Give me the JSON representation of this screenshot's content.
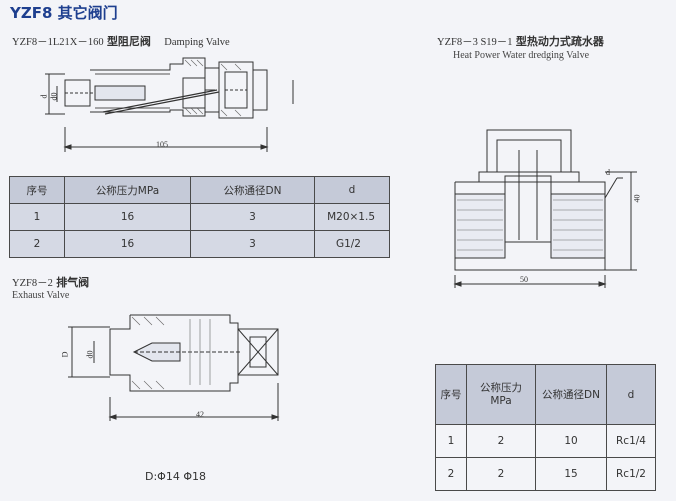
{
  "title": "YZF8 其它阀门",
  "damping": {
    "model": "YZF8－1L21X－160",
    "name_cn": "型阻尼阀",
    "name_en": "Damping Valve",
    "dim_d": "d",
    "dim_d0": "d0",
    "dim_len": "105"
  },
  "table1": {
    "headers": [
      "序号",
      "公称压力MPa",
      "公称通径DN",
      "d"
    ],
    "rows": [
      [
        "1",
        "16",
        "3",
        "M20×1.5"
      ],
      [
        "2",
        "16",
        "3",
        "G1/2"
      ]
    ]
  },
  "exhaust": {
    "model": "YZF8－2",
    "name_cn": "排气阀",
    "name_en": "Exhaust Valve",
    "dim_D": "D",
    "dim_d0": "d0",
    "dim_len": "42",
    "footnote": "D:Φ14    Φ18"
  },
  "trap": {
    "model": "YZF8－3 S19－1",
    "name_cn": "型热动力式疏水器",
    "name_en": "Heat Power Water dredging Valve",
    "dim_d": "d",
    "dim_h": "40",
    "dim_len": "50"
  },
  "table2": {
    "headers": [
      "序号",
      "公称压力\nMPa",
      "公称通径DN",
      "d"
    ],
    "rows": [
      [
        "1",
        "2",
        "10",
        "Rc1/4"
      ],
      [
        "2",
        "2",
        "15",
        "Rc1/2"
      ]
    ]
  }
}
